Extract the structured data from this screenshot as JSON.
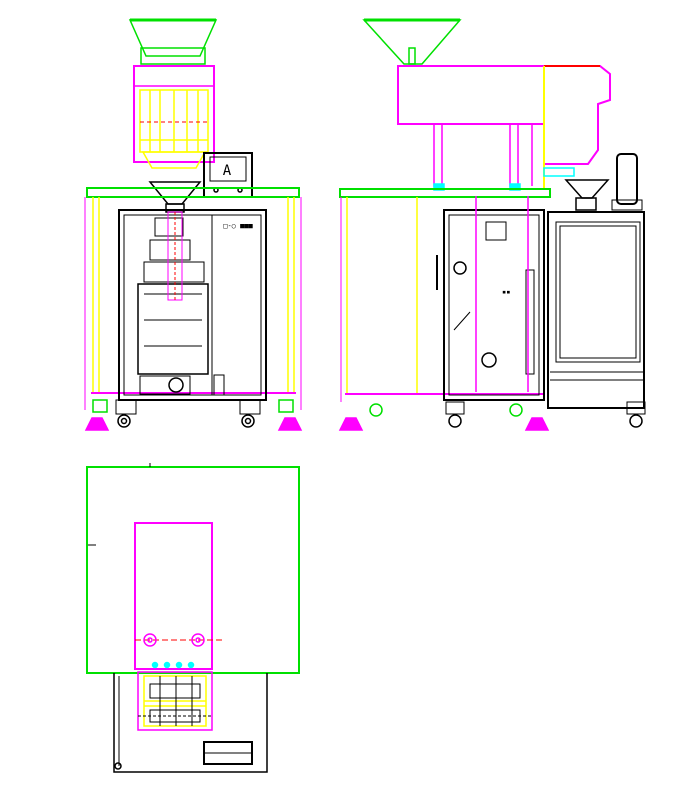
{
  "screen_label": "A",
  "colors": {
    "black": "#000000",
    "magenta": "#ff00ff",
    "green": "#00e000",
    "yellow": "#ffff00",
    "red": "#ff0000",
    "cyan": "#00ffff",
    "white": "#ffffff"
  },
  "views": [
    {
      "name": "front-view"
    },
    {
      "name": "side-view"
    },
    {
      "name": "top-view"
    }
  ]
}
